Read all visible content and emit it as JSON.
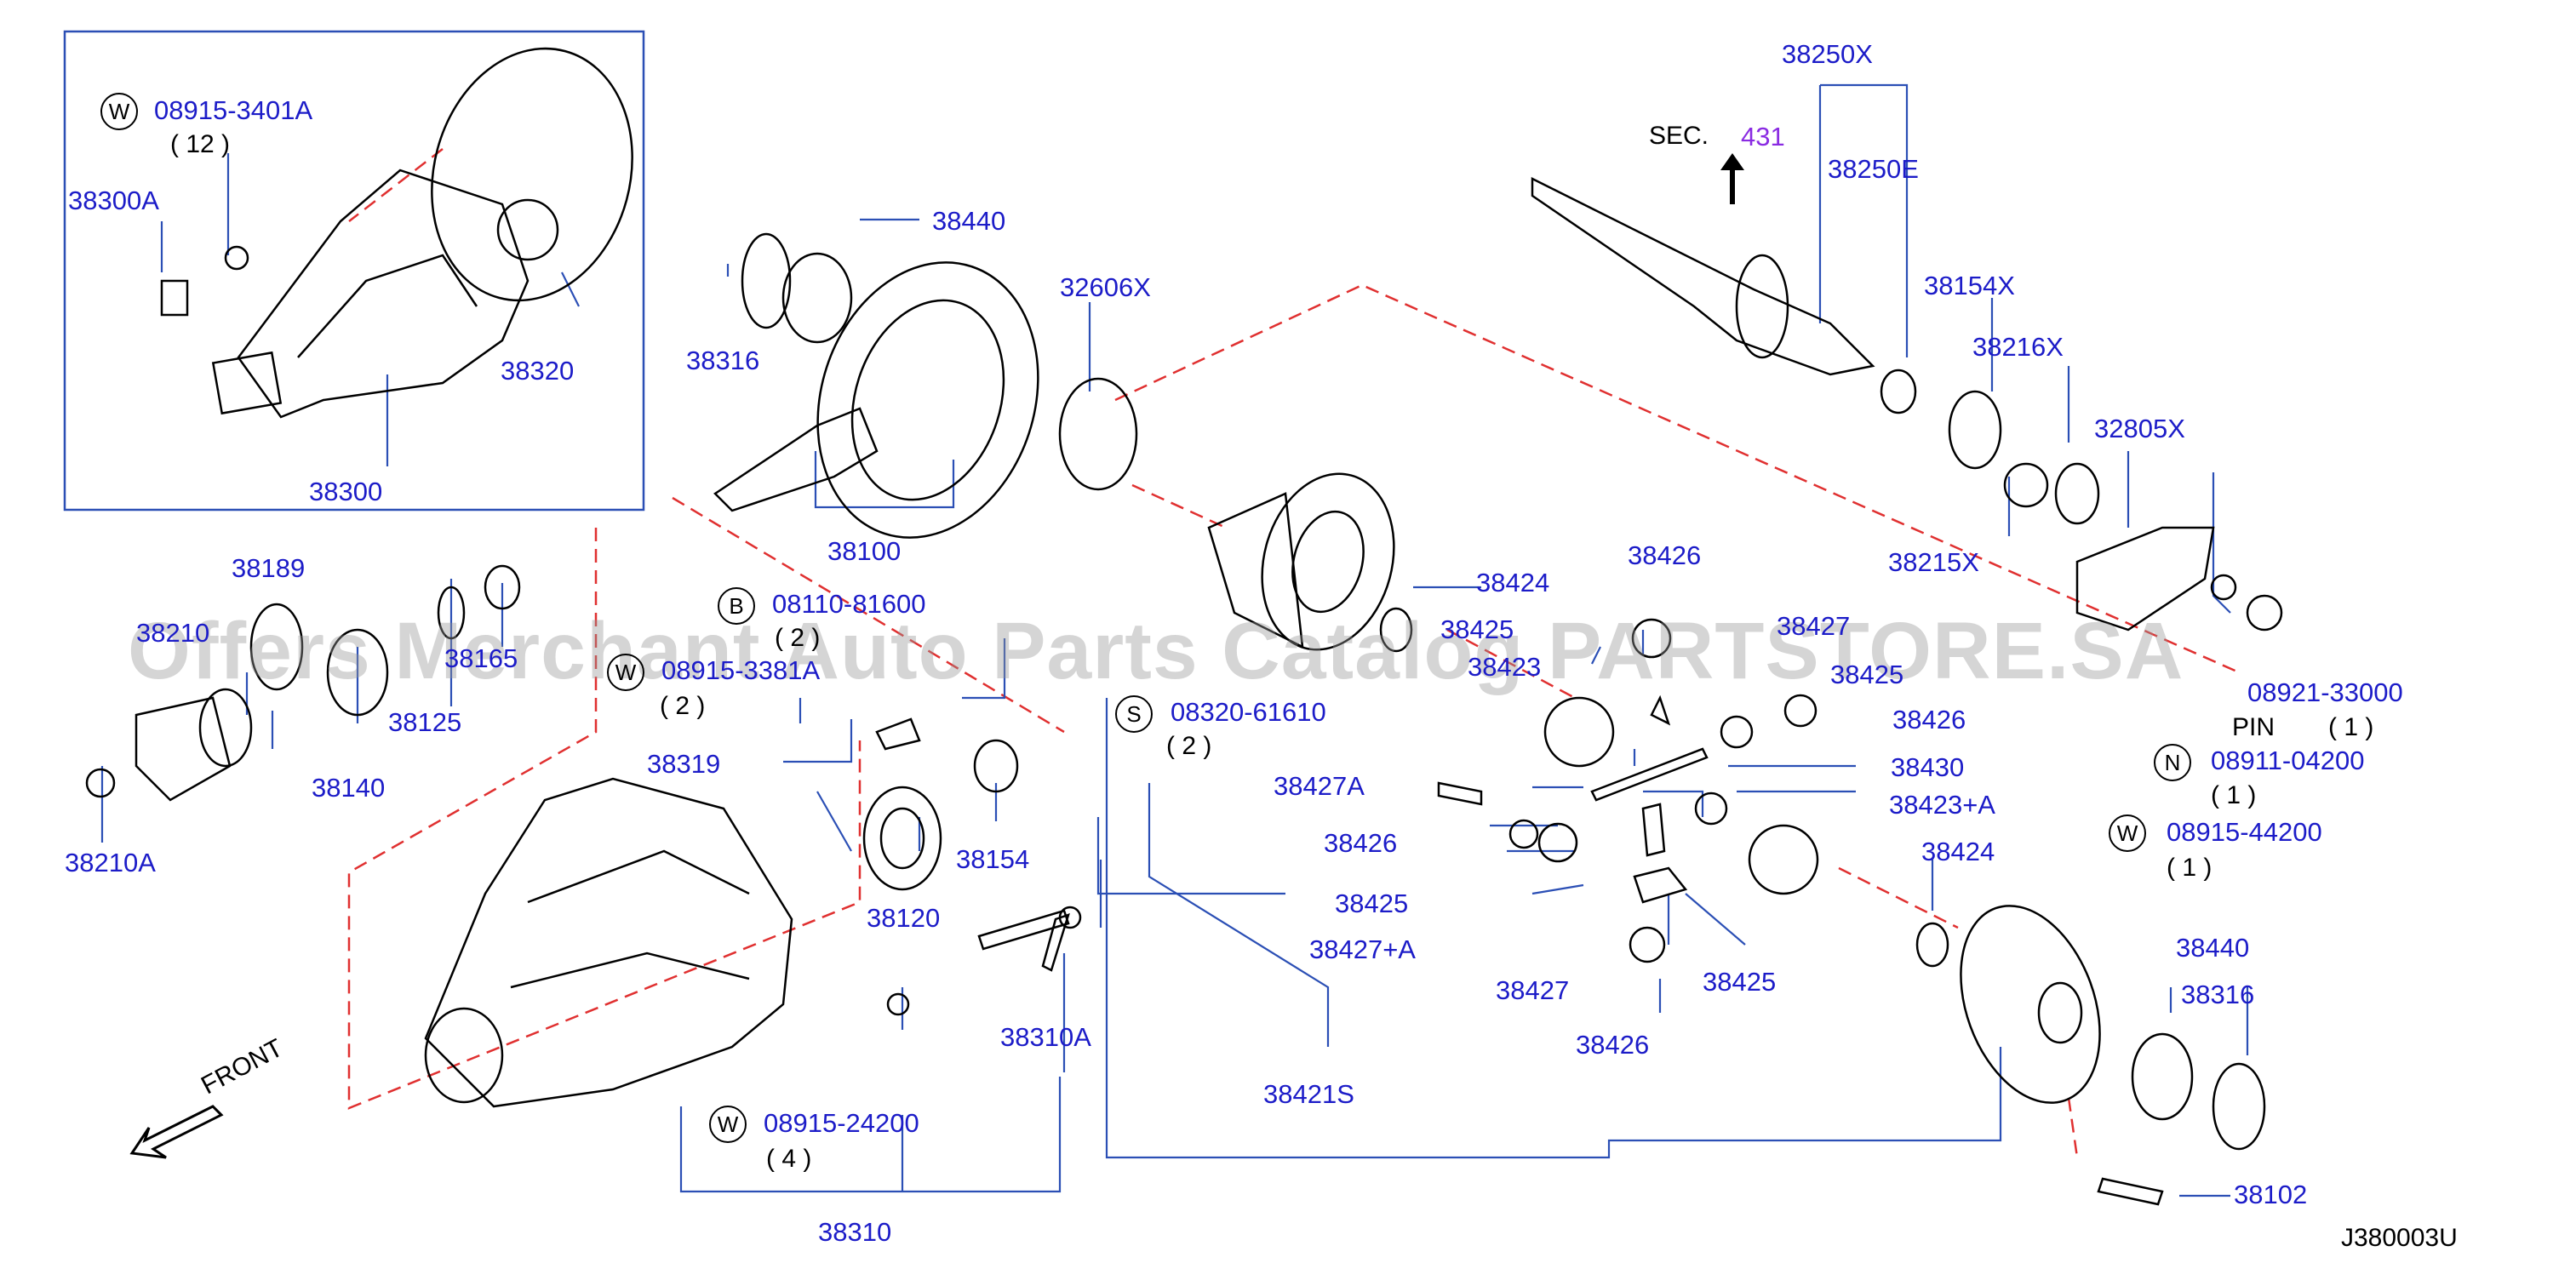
{
  "diagram_code": "J380003U",
  "watermark": "Offers Merchant Auto Parts Catalog PARTSTORE.SA",
  "section_ref": {
    "prefix": "SEC.",
    "number": "431"
  },
  "front_label": "FRONT",
  "part_labels": {
    "p08915_3401A": "08915-3401A",
    "p38300A": "38300A",
    "p38320": "38320",
    "p38300": "38300",
    "p38440_top": "38440",
    "p38316_top": "38316",
    "p38100": "38100",
    "p32606X": "32606X",
    "p38250X": "38250X",
    "p38250E": "38250E",
    "p38154X": "38154X",
    "p38216X": "38216X",
    "p32805X": "32805X",
    "p38215X": "38215X",
    "p38189": "38189",
    "p38210": "38210",
    "p38165": "38165",
    "p38125": "38125",
    "p38140": "38140",
    "p38210A": "38210A",
    "p08110_81600": "08110-81600",
    "p08915_3381A": "08915-3381A",
    "p38319": "38319",
    "p38120": "38120",
    "p38154": "38154",
    "p08320_61610": "08320-61610",
    "p38424_top": "38424",
    "p38425_top": "38425",
    "p38423": "38423",
    "p38426_top": "38426",
    "p38427_top": "38427",
    "p38425_mid": "38425",
    "p38426_mid": "38426",
    "p38427A": "38427A",
    "p38430": "38430",
    "p38423A": "38423+A",
    "p38426_left": "38426",
    "p38424_right": "38424",
    "p38425_left": "38425",
    "p38427plusA": "38427+A",
    "p38427_bot": "38427",
    "p38425_bot": "38425",
    "p38426_bot": "38426",
    "p08921_33000": "08921-33000",
    "p08911_04200": "08911-04200",
    "p08915_44200": "08915-44200",
    "p38440_bot": "38440",
    "p38316_bot": "38316",
    "p38102": "38102",
    "p38310A": "38310A",
    "p08915_24200": "08915-24200",
    "p38310": "38310",
    "p38421S": "38421S"
  },
  "quantities": {
    "q12": "( 12 )",
    "q2_b": "( 2 )",
    "q2_w": "( 2 )",
    "q2_s": "( 2 )",
    "q4": "( 4 )",
    "q1_pin": "( 1 )",
    "q1_n": "( 1 )",
    "q1_w": "( 1 )"
  },
  "pin_label": "PIN",
  "callout_letters": {
    "w1": "W",
    "b": "B",
    "w2": "W",
    "s": "S",
    "w3": "W",
    "n": "N",
    "w4": "W"
  },
  "colors": {
    "label_blue": "#1c1cc8",
    "section_purple": "#8a2be2",
    "leader_blue": "#2b4fb5",
    "dashed_red": "#e03030",
    "drawing_black": "#000000"
  }
}
